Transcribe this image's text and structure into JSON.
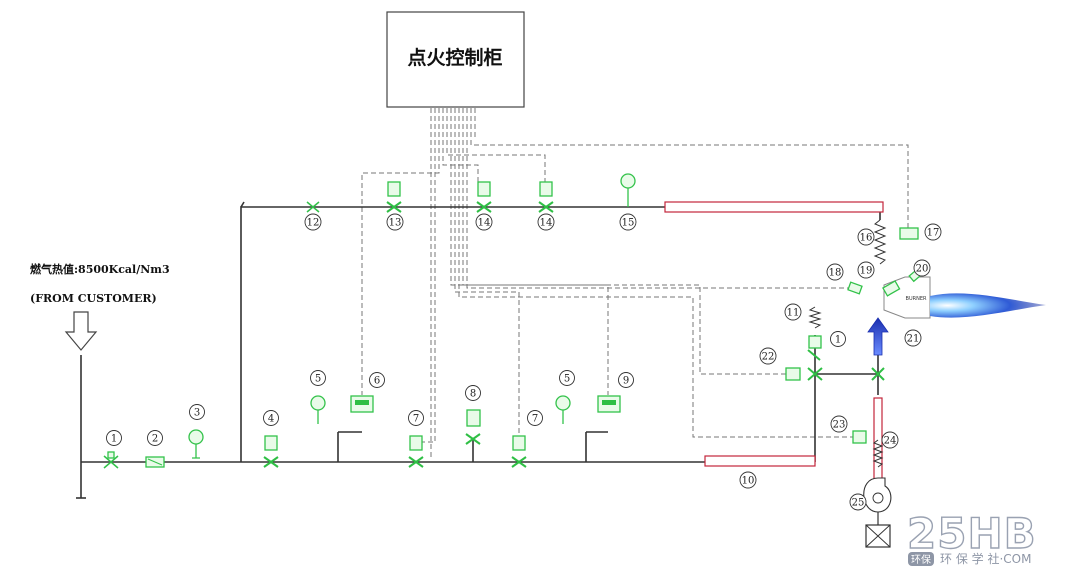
{
  "cabinet": {
    "label": "点火控制柜"
  },
  "source_note": {
    "heat_value": "燃气热值:8500Kcal/Nm3",
    "from": "(FROM CUSTOMER)"
  },
  "watermark": {
    "logo": "25HB",
    "badge": "环保",
    "site": "环 保 学 社·COM"
  },
  "burner": {
    "label": "BURNER"
  },
  "numbers": {
    "n1": "1",
    "n2": "2",
    "n3": "3",
    "n4": "4",
    "n5a": "5",
    "n6": "6",
    "n7a": "7",
    "n8": "8",
    "n7b": "7",
    "n5b": "5",
    "n9": "9",
    "n10": "10",
    "n11": "11",
    "n1b": "1",
    "n12": "12",
    "n13": "13",
    "n14a": "14",
    "n14b": "14",
    "n15": "15",
    "n16": "16",
    "n17": "17",
    "n18": "18",
    "n19": "19",
    "n20": "20",
    "n21": "21",
    "n22": "22",
    "n23": "23",
    "n24": "24",
    "n25": "25"
  },
  "colors": {
    "device": "#2fbf45",
    "pipe": "#333333",
    "insulated_pipe": "#c3263b",
    "flame": "#2f5bd6"
  }
}
